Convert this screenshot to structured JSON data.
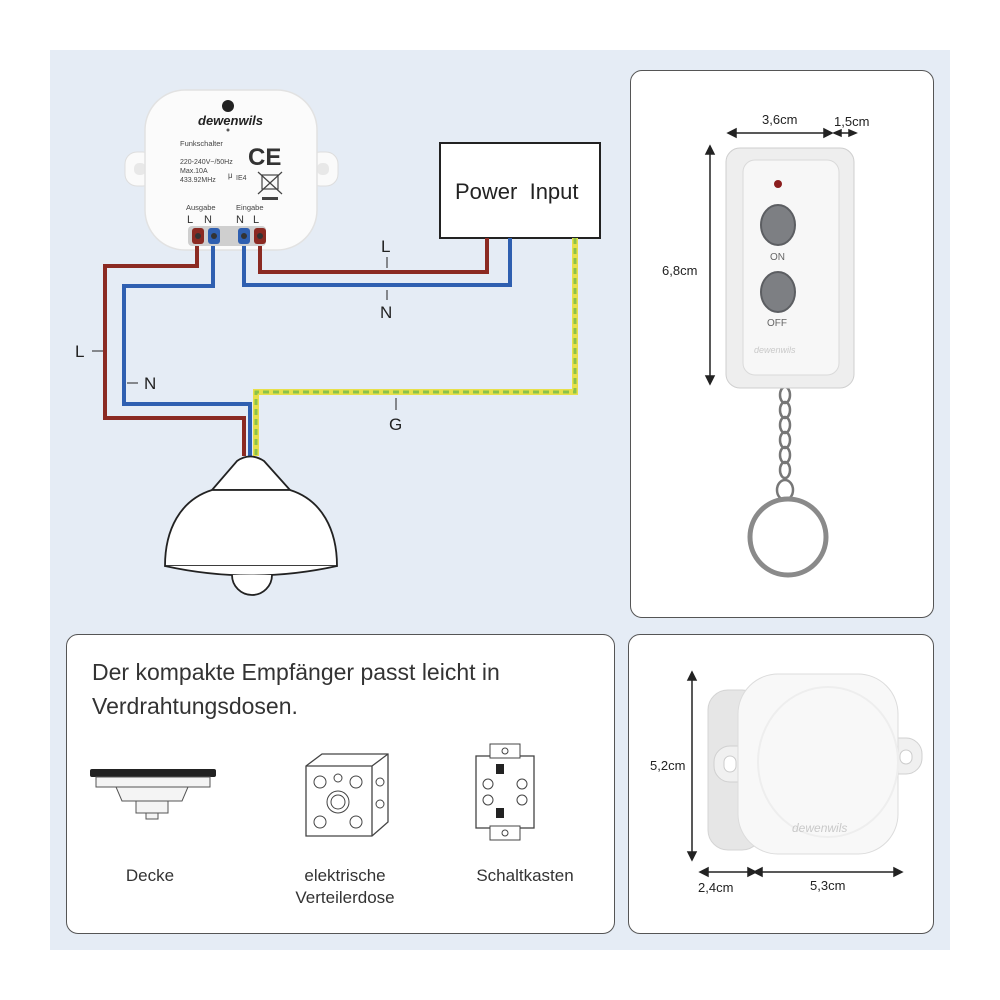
{
  "wiring": {
    "brand": "dewenwils",
    "device_name": "Funkschalter",
    "spec_line1": "220-240V~/50Hz",
    "spec_line2": "Max.10A",
    "spec_line3": "433.92MHz",
    "spec_mu": "μ",
    "spec_ie": "IE4",
    "ce_mark": "CE",
    "output_label": "Ausgabe",
    "input_label": "Eingabe",
    "output_terminals": [
      "L",
      "N"
    ],
    "input_terminals": [
      "N",
      "L"
    ],
    "power_input": "Power  Input",
    "wire_l_top": "L",
    "wire_n_top": "N",
    "wire_l_left": "L",
    "wire_n_left": "N",
    "wire_g": "G",
    "colors": {
      "live": "#8b2a22",
      "neutral": "#2f5fb0",
      "ground_green": "#8bc34a",
      "ground_yellow": "#e8e04a"
    }
  },
  "remote": {
    "width": "3,6cm",
    "depth": "1,5cm",
    "height": "6,8cm",
    "btn_on": "ON",
    "btn_off": "OFF",
    "brand": "dewenwils"
  },
  "mounting": {
    "headline": "Der kompakte Empfänger passt leicht in Verdrahtungsdosen.",
    "items": [
      {
        "label": "Decke",
        "icon": "ceiling-icon"
      },
      {
        "label": "elektrische Verteilerdose",
        "icon": "junction-box-icon"
      },
      {
        "label": "Schaltkasten",
        "icon": "switch-box-icon"
      }
    ]
  },
  "receiver": {
    "height": "5,2cm",
    "depth": "2,4cm",
    "width": "5,3cm",
    "brand": "dewenwils"
  }
}
